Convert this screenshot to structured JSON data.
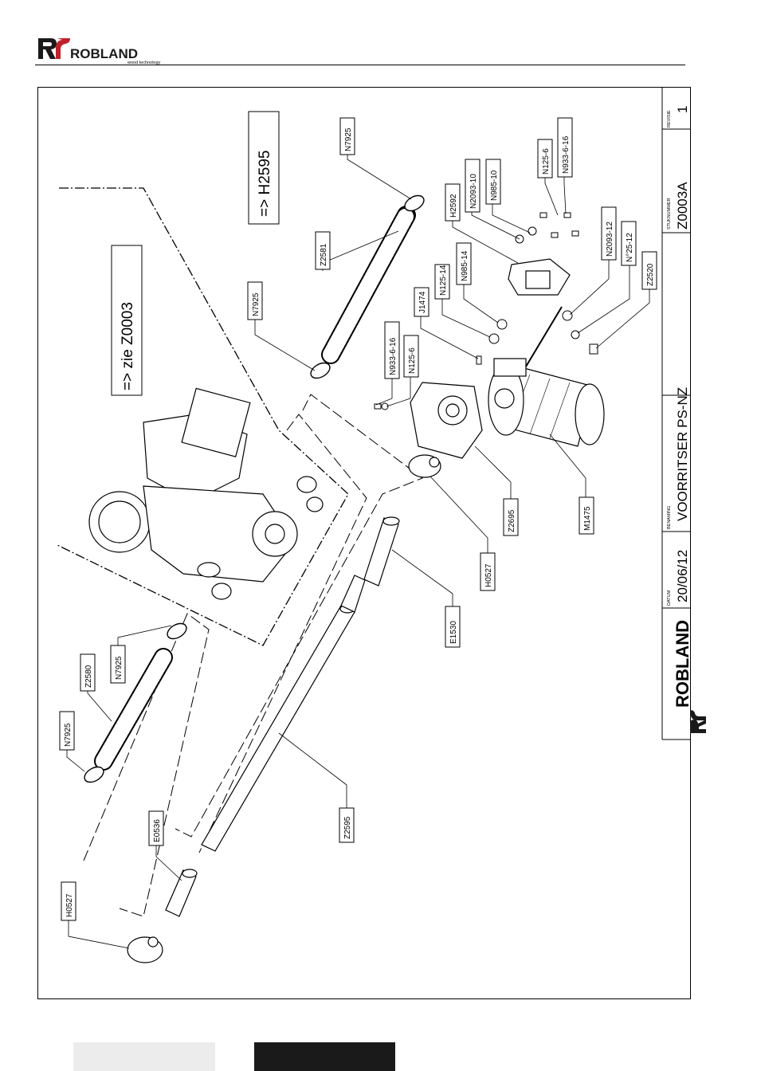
{
  "header": {
    "brand": "ROBLAND",
    "tagline": "wood technology"
  },
  "title_block": {
    "revisie_label": "REVISIE",
    "revisie_value": "1",
    "stuknummer_label": "STUKNUMMER",
    "stuknummer_value": "Z0003A",
    "benaming_label": "BENAMING",
    "benaming_value": "VOORRITSER PS-NZ",
    "datum_label": "DATUM",
    "datum_value": "20/06/12",
    "brand": "ROBLAND"
  },
  "references": {
    "ref1": "=> H2595",
    "ref2": "=> zie Z0003"
  },
  "parts": {
    "p_n7925_top": "N7925",
    "p_z2581": "Z2581",
    "p_n7925_mid": "N7925",
    "p_h2592": "H2592",
    "p_n2093_10": "N2093-10",
    "p_n985_10": "N985-10",
    "p_n125_6_top": "N125-6",
    "p_n933_6_16_top": "N933-6-16",
    "p_n985_14": "N985-14",
    "p_n125_14": "N125-14",
    "p_j1474": "J1474",
    "p_n125_6": "N125-6",
    "p_n933_6_16": "N933-6-16",
    "p_n2093_12": "N2093-12",
    "p_n25_12": "N°25-12",
    "p_z2520": "Z2520",
    "p_z2695": "Z2695",
    "p_m1475": "M1475",
    "p_h0527_mid": "H0527",
    "p_e1530": "E1530",
    "p_z2580": "Z2580",
    "p_n7925_left1": "N7925",
    "p_n7925_left2": "N7925",
    "p_z2595": "Z2595",
    "p_e0536": "E0536",
    "p_h0527_left": "H0527"
  }
}
